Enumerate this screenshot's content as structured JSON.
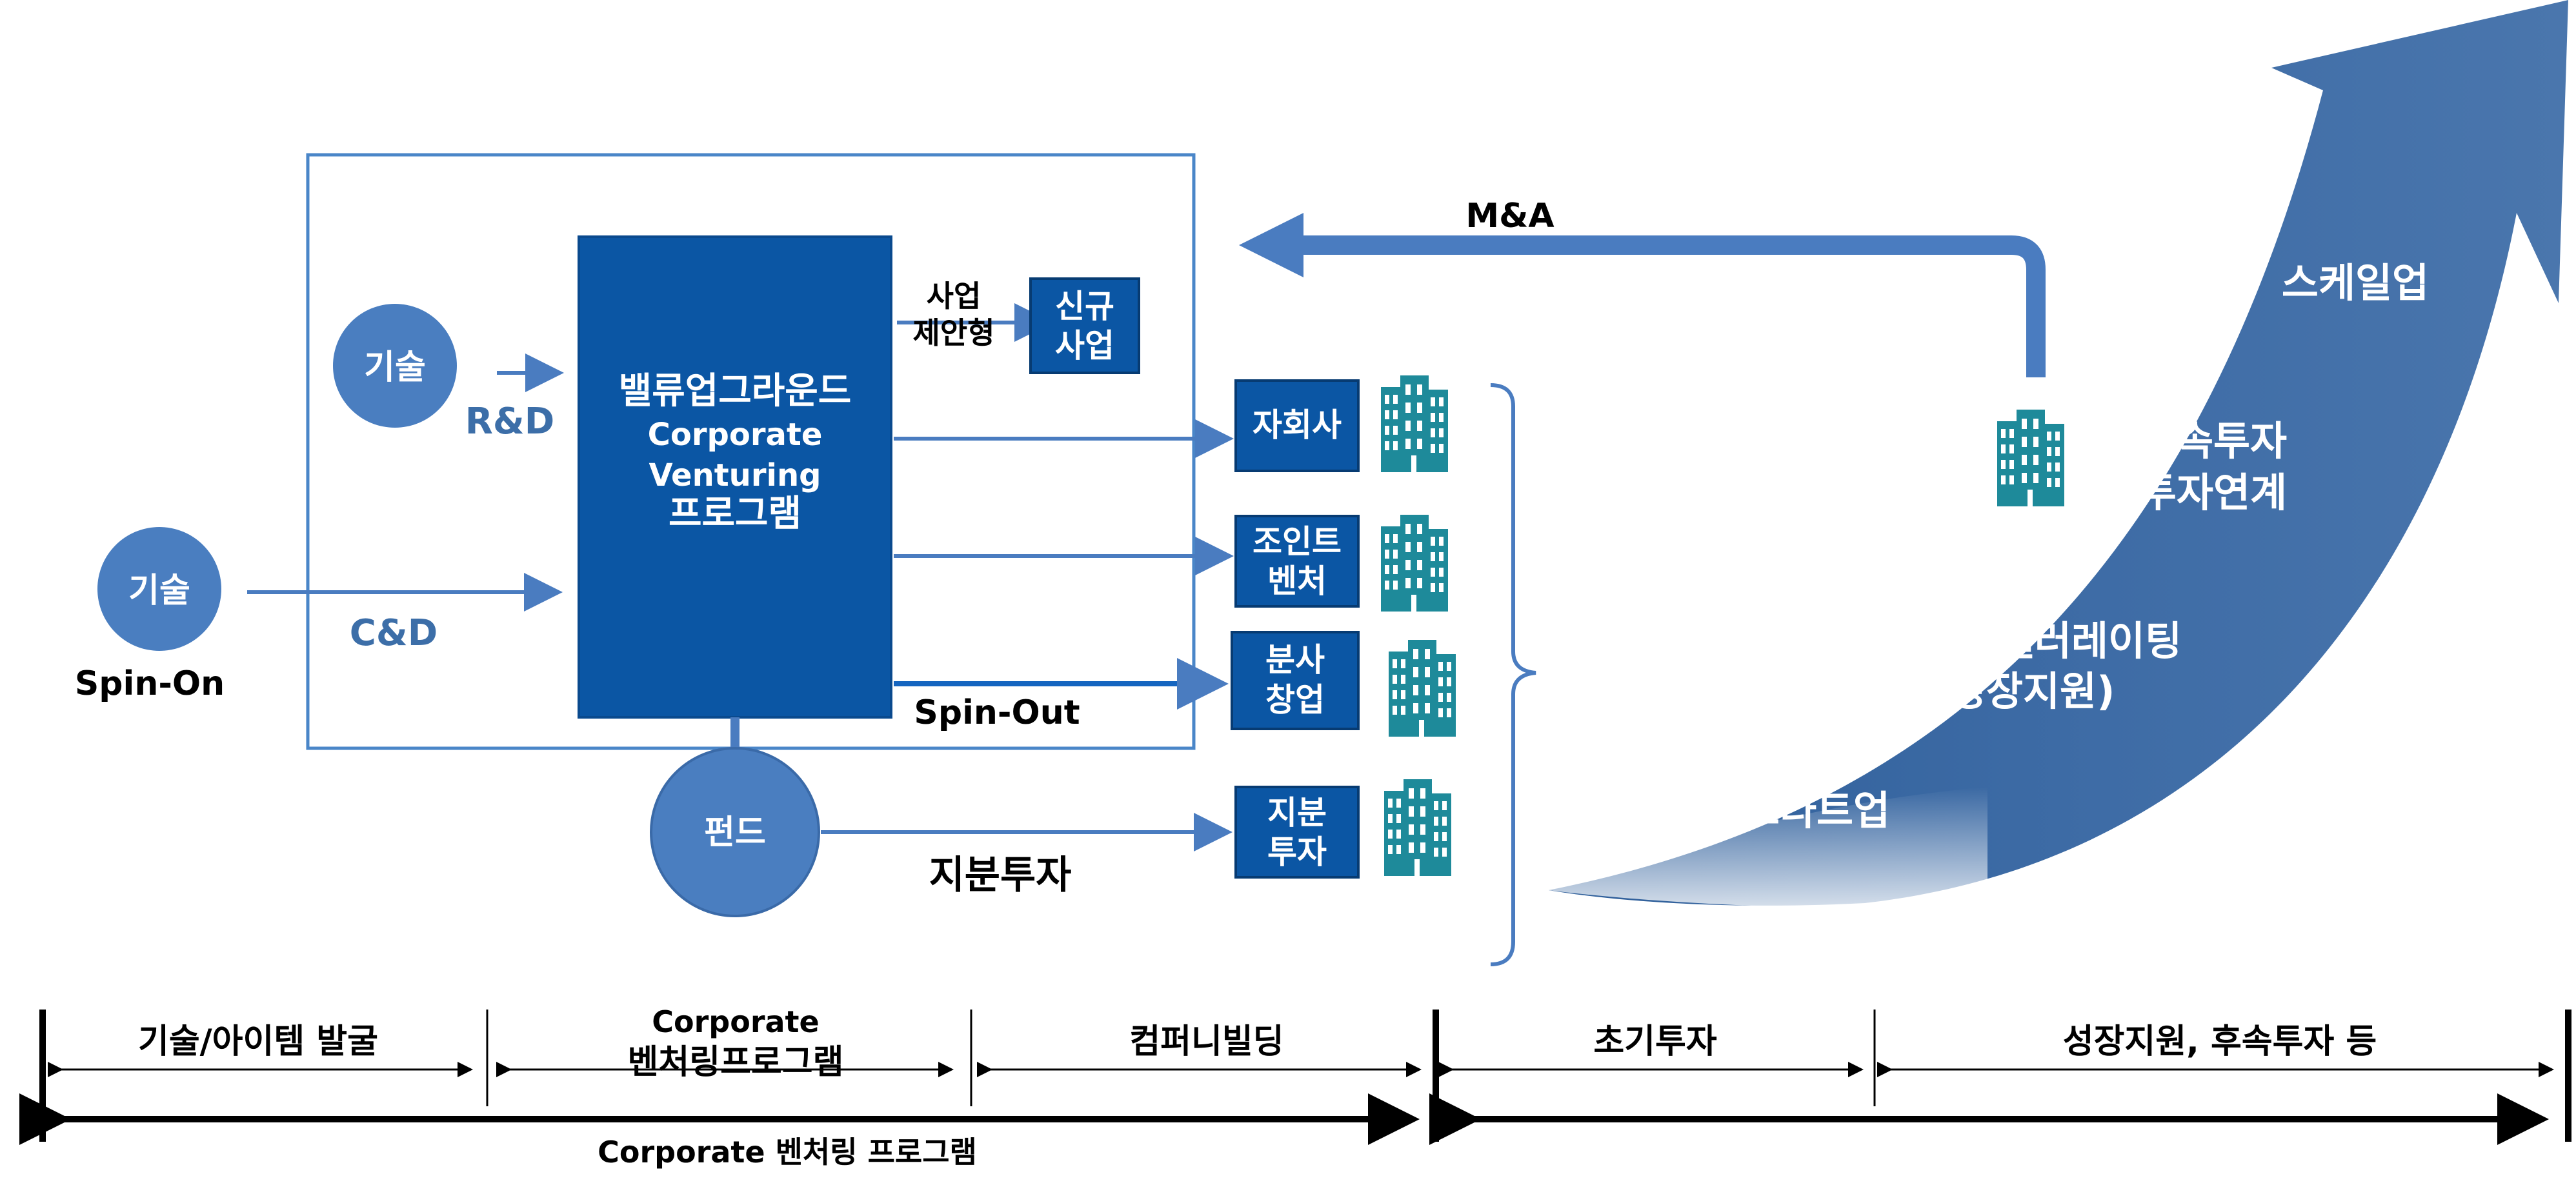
{
  "colors": {
    "dark_blue": "#0b56a4",
    "circle_blue": "#4a7ec0",
    "arrow_blue": "#4a7cc0",
    "growth_blue": "#3f6ea8",
    "building_teal": "#1e8a9a",
    "frame_blue": "#4a86c8",
    "label_blue": "#3c6ea8",
    "timeline_black": "#000000"
  },
  "left": {
    "tech_inner": "기술",
    "rd_label": "R&D",
    "tech_outer": "기술",
    "cd_label": "C&D",
    "spin_on": "Spin-On",
    "fund": "펀드",
    "equity_investment": "지분투자",
    "spin_out": "Spin-Out"
  },
  "program_box": {
    "line1": "밸류업그라운드",
    "line2": "Corporate",
    "line3": "Venturing",
    "line4": "프로그램"
  },
  "proposal": {
    "line1": "사업",
    "line2": "제안형"
  },
  "outputs": {
    "new_business": [
      "신규",
      "사업"
    ],
    "subsidiary": [
      "자회사"
    ],
    "joint_venture": [
      "조인트",
      "벤처"
    ],
    "spinoff": [
      "분사",
      "창업"
    ],
    "equity": [
      "지분",
      "투자"
    ]
  },
  "mna": "M&A",
  "growth": {
    "scaleup": "스케일업",
    "followon1": "후속투자",
    "followon2": "투자연계",
    "accel1": "액셀러레이팅",
    "accel2": "(성장지원)",
    "startup": "스타트업"
  },
  "timeline": {
    "phase1": "기술/아이템 발굴",
    "phase2a": "Corporate",
    "phase2b": "벤처링프로그램",
    "phase3": "컴퍼니빌딩",
    "phase4": "초기투자",
    "phase5": "성장지원, 후속투자 등",
    "bottom_label": "Corporate 벤처링 프로그램"
  }
}
